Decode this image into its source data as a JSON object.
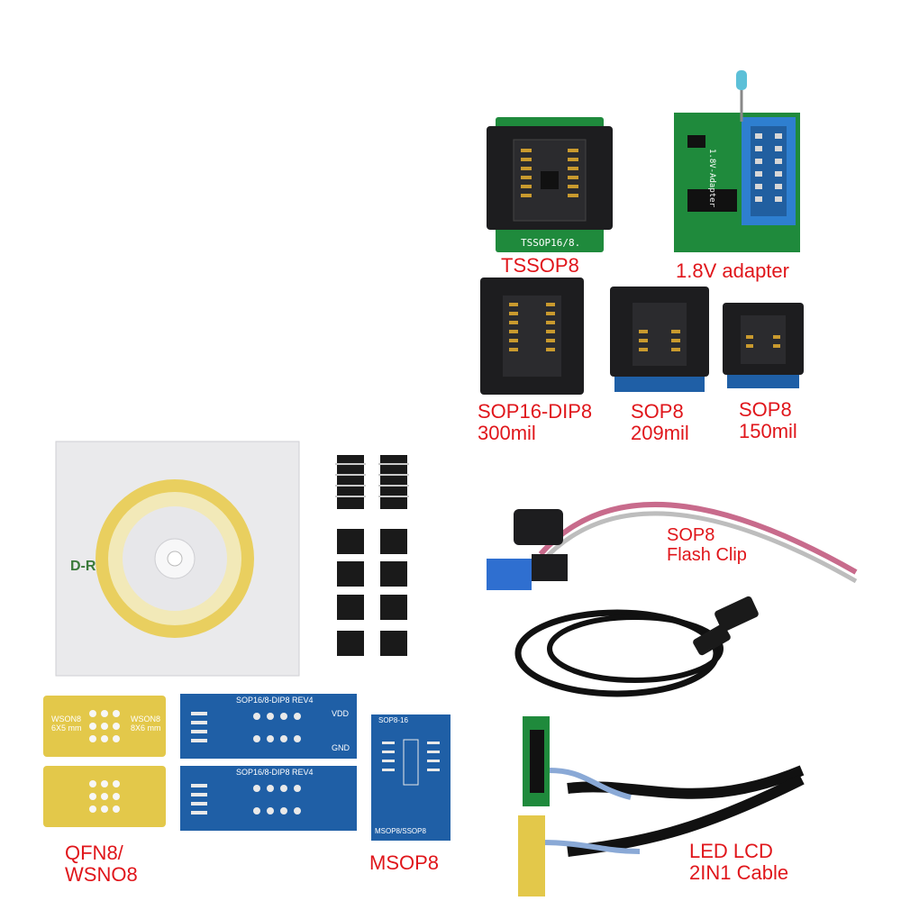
{
  "labels": {
    "tssop8": "TSSOP8",
    "adapter_1v8": "1.8V adapter",
    "sop16_dip8_l1": "SOP16-DIP8",
    "sop16_dip8_l2": "300mil",
    "sop8_209_l1": "SOP8",
    "sop8_209_l2": "209mil",
    "sop8_150_l1": "SOP8",
    "sop8_150_l2": "150mil",
    "flash_clip_l1": "SOP8",
    "flash_clip_l2": "Flash Clip",
    "qfn8_l1": "QFN8/",
    "qfn8_l2": "WSNO8",
    "msop8": "MSOP8",
    "lcd_cable_l1": "LED LCD",
    "lcd_cable_l2": "2IN1 Cable"
  },
  "printed_text": {
    "tssop_board": "TSSOP16/8.",
    "adapter_board": "1.8V-Adapter",
    "cd_label": "D-R",
    "wson_a1": "WSON8",
    "wson_a2": "6X5 mm",
    "wson_b1": "WSON8",
    "wson_b2": "8X6 mm",
    "sop_dip_board": "SOP16/8-DIP8 REV4",
    "vdd": "VDD",
    "gnd": "GND",
    "msop_top": "SOP8-16",
    "msop_bottom": "MSOP8/SSOP8"
  },
  "colors": {
    "label_red": "#e0161b",
    "pcb_green": "#1f8a3c",
    "pcb_blue": "#1f5fa6",
    "pcb_yellow": "#e3c84a",
    "socket_black": "#1d1d1f"
  }
}
